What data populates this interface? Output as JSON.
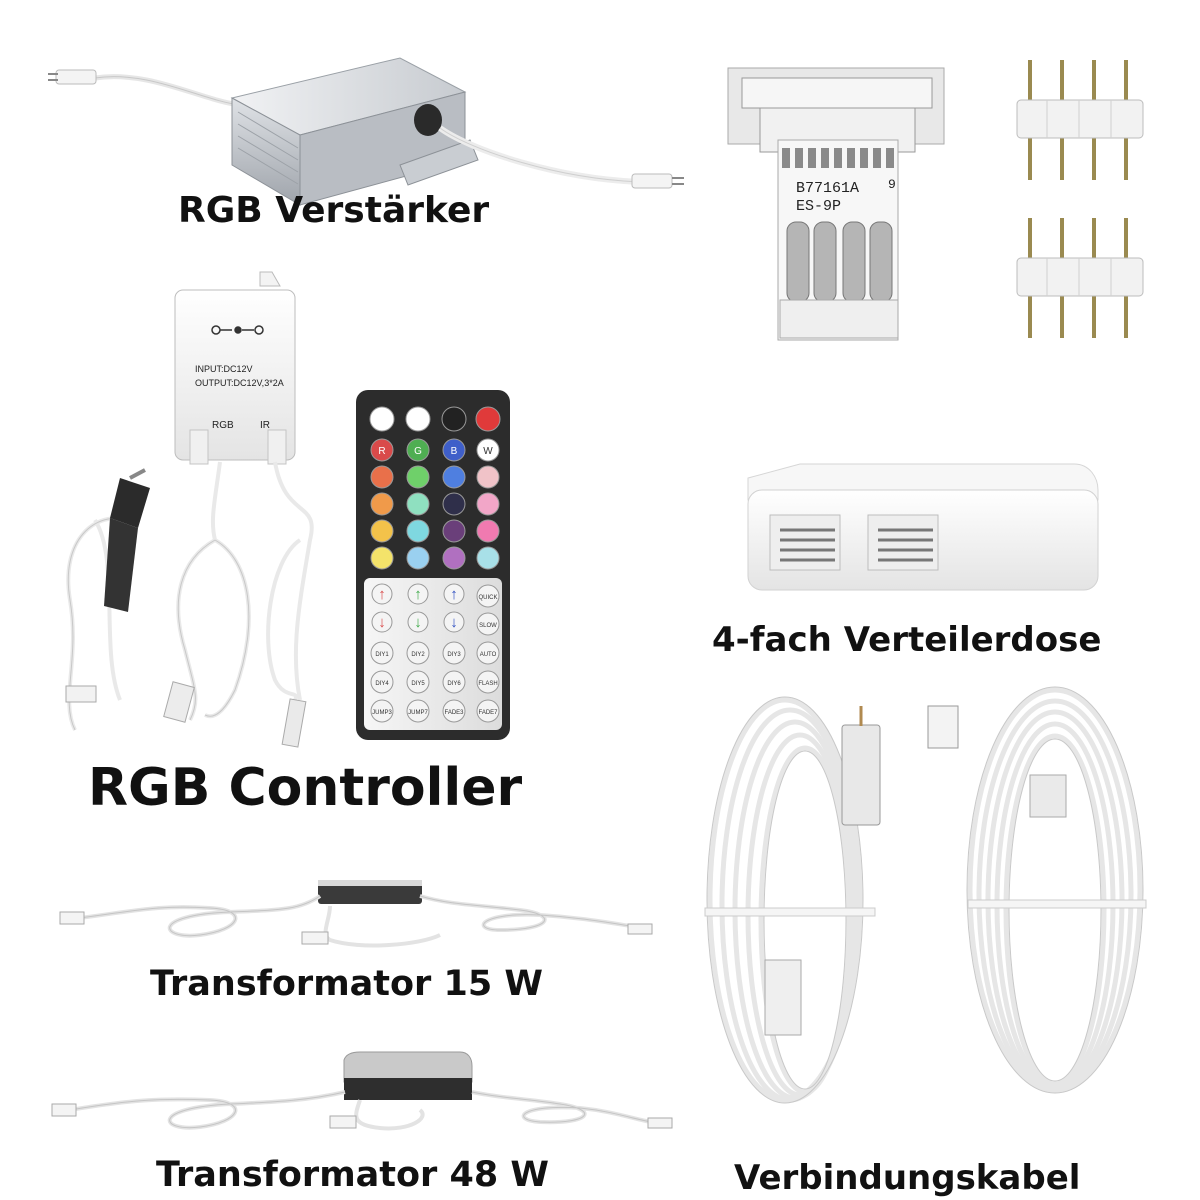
{
  "labels": {
    "rgb_amplifier": "RGB Verstärker",
    "rgb_controller": "RGB Controller",
    "distributor": "4-fach Verteilerdose",
    "transformer_15": "Transformator 15 W",
    "transformer_48": "Transformator 48 W",
    "cable": "Verbindungskabel"
  },
  "product_prints": {
    "connector_code": "B77161A",
    "connector_digit": "9",
    "connector_model": "ES-9P",
    "controller_input": "INPUT:DC12V",
    "controller_output": "OUTPUT:DC12V,3*2A",
    "controller_rgb": "RGB",
    "controller_ir": "IR"
  },
  "remote": {
    "color_rows": [
      [
        "#d94a4a",
        "#4fae52",
        "#3f5fc9",
        "#ffffff"
      ],
      [
        "#e9704a",
        "#6fd06a",
        "#4f7fe0",
        "#f0c3c8"
      ],
      [
        "#f09a4a",
        "#8fe0c0",
        "#2f2f4a",
        "#f2a6c8"
      ],
      [
        "#f3c24a",
        "#7fd8e0",
        "#6a3f7a",
        "#f07ab0"
      ],
      [
        "#f4e36a",
        "#9ad0f0",
        "#b070c0",
        "#a8e0e8"
      ]
    ],
    "top_buttons_colors": [
      "#ffffff",
      "#ffffff",
      "#222222",
      "#e03a3a"
    ],
    "color_letters": [
      "R",
      "G",
      "B",
      "W"
    ],
    "arrow_colors": [
      "#d94a4a",
      "#3faa4a",
      "#2f4fc0"
    ],
    "side_buttons": [
      "QUICK",
      "SLOW",
      "AUTO",
      "FLASH"
    ],
    "diy_buttons": [
      [
        "DIY1",
        "DIY2",
        "DIY3"
      ],
      [
        "DIY4",
        "DIY5",
        "DIY6"
      ]
    ],
    "bottom_buttons": [
      "JUMP3",
      "JUMP7",
      "FADE3",
      "FADE7"
    ]
  }
}
